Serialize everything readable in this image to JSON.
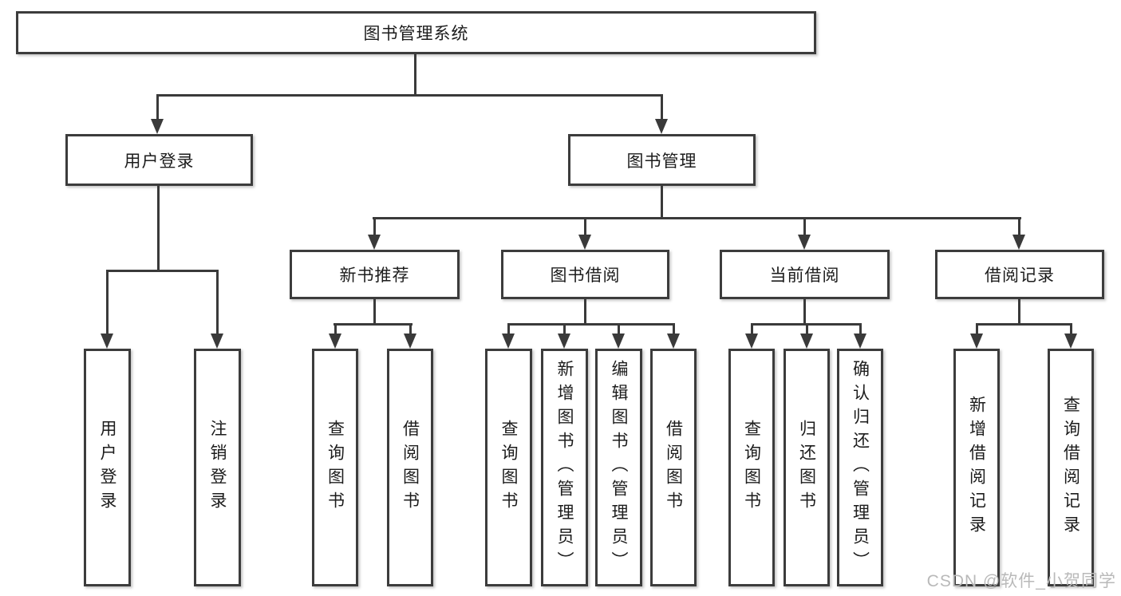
{
  "tree": {
    "label": "图书管理系统",
    "children": [
      {
        "label": "用户登录",
        "children": [
          {
            "label": "用户登录"
          },
          {
            "label": "注销登录"
          }
        ]
      },
      {
        "label": "图书管理",
        "children": [
          {
            "label": "新书推荐",
            "children": [
              {
                "label": "查询图书"
              },
              {
                "label": "借阅图书"
              }
            ]
          },
          {
            "label": "图书借阅",
            "children": [
              {
                "label": "查询图书"
              },
              {
                "label": "新增图书（管理员）"
              },
              {
                "label": "编辑图书（管理员）"
              },
              {
                "label": "借阅图书"
              }
            ]
          },
          {
            "label": "当前借阅",
            "children": [
              {
                "label": "查询图书"
              },
              {
                "label": "归还图书"
              },
              {
                "label": "确认归还（管理员）"
              }
            ]
          },
          {
            "label": "借阅记录",
            "children": [
              {
                "label": "新增借阅记录"
              },
              {
                "label": "查询借阅记录"
              }
            ]
          }
        ]
      }
    ]
  },
  "watermark": {
    "text": "CSDN @软件_小贺同学"
  },
  "colors": {
    "line": "#3a3a3a",
    "box_border": "#3c3c3c",
    "text": "#1c1c1c",
    "watermark": "#b9b9b9",
    "background": "#ffffff"
  }
}
